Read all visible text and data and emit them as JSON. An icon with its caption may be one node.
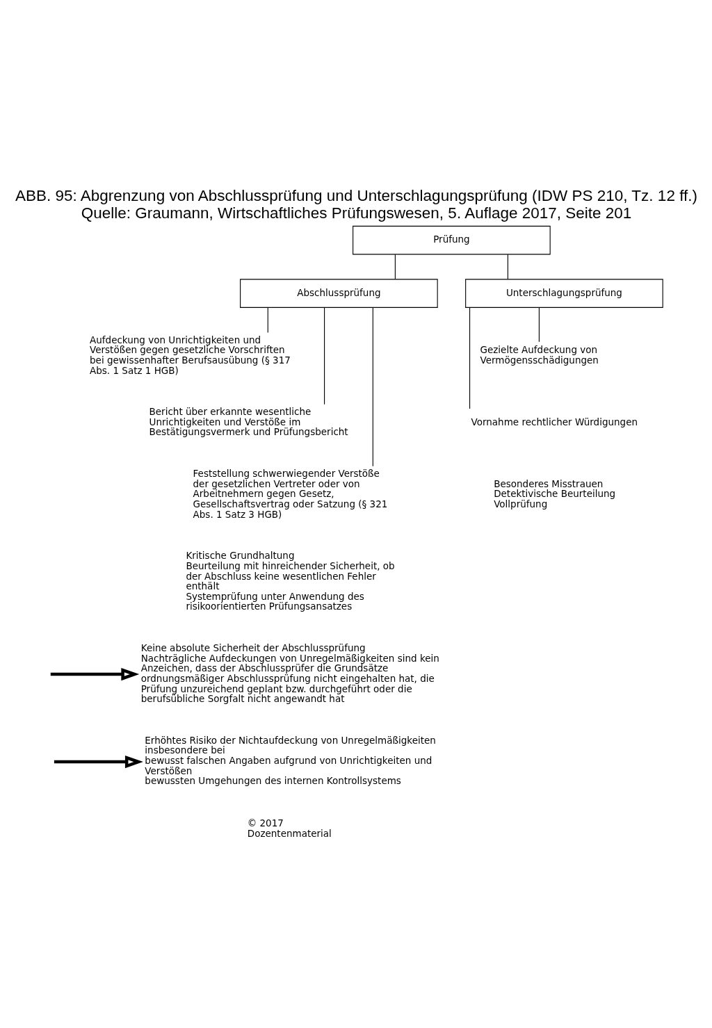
{
  "diagram": {
    "title": "ABB. 95: Abgrenzung von Abschlussprüfung und Unterschlagungsprüfung (IDW PS 210, Tz. 12 ff.)",
    "caption": "Quelle: Graumann, Wirtschaftliches Prüfungswesen, 5. Auflage 2017, Seite 201",
    "nodes": [
      {
        "text": [
          "Prüfung"
        ]
      },
      {
        "text": [
          "Abschlussprüfung"
        ]
      },
      {
        "text": [
          "Unterschlagungsprüfung"
        ]
      },
      {
        "text": [
          "Aufdeckung von Unrichtigkeiten und Verstößen gegen gesetzliche Vorschriften bei gewissenhafter Berufsausübung (§ 317 Abs. 1 Satz 1 HGB)"
        ]
      },
      {
        "text": [
          "Bericht über erkannte wesentliche Unrichtigkeiten und Verstöße im Bestätigungsvermerk und Prüfungsbericht"
        ]
      },
      {
        "text": [
          "Feststellung schwerwiegender Verstöße der gesetzlichen Vertreter oder von Arbeitnehmern gegen Gesetz, Gesellschaftsvertrag oder Satzung (§ 321 Abs. 1 Satz 3 HGB)"
        ]
      },
      {
        "text": [
          "Gezielte Aufdeckung von Vermögensschädigungen"
        ]
      },
      {
        "text": [
          "Vornahme rechtlicher Würdigungen"
        ]
      },
      {
        "text": [
          "Keine absolute Sicherheit der Abschlussprüfung",
          "Nachträgliche Aufdeckungen von Unregelmäßigkeiten sind kein Anzeichen, dass der Abschlussprüfer die Grundsätze ordnungsmäßiger Abschlussprüfung nicht eingehalten hat, die Prüfung unzureichend geplant bzw. durchgeführt oder die berufsübliche Sorgfalt nicht angewandt hat"
        ]
      },
      {
        "text": [
          "Erhöhtes Risiko der Nichtaufdeckung von Unregelmäßigkeiten insbesondere bei",
          "bewusst falschen Angaben aufgrund von Unrichtigkeiten und Verstößen",
          "bewussten Umgehungen des internen Kontrollsystems"
        ]
      }
    ],
    "edges": [
      {
        "from": 0,
        "to": 1,
        "arrow": "none"
      },
      {
        "from": 0,
        "to": 2,
        "arrow": "none"
      },
      {
        "from": 1,
        "to": 3,
        "arrow": "none"
      },
      {
        "from": 1,
        "to": 4,
        "arrow": "none"
      },
      {
        "from": 1,
        "to": 5,
        "arrow": "none"
      },
      {
        "from": 2,
        "to": 6,
        "arrow": "none"
      },
      {
        "from": 2,
        "to": 7,
        "arrow": "none"
      },
      {
        "from": null,
        "to": 8,
        "arrow": "to",
        "style": "thick"
      },
      {
        "from": null,
        "to": 9,
        "arrow": "to",
        "style": "thick"
      }
    ],
    "labels": [
      "Kritische Grundhaltung",
      "Beurteilung mit hinreichender Sicherheit, ob der Abschluss keine wesentlichen Fehler enthält",
      "Systemprüfung unter Anwendung des risikoorientierten Prüfungsansatzes",
      "Besonderes Misstrauen",
      "Detektivische Beurteilung",
      "Vollprüfung",
      "© 2017",
      "Dozentenmaterial"
    ]
  }
}
